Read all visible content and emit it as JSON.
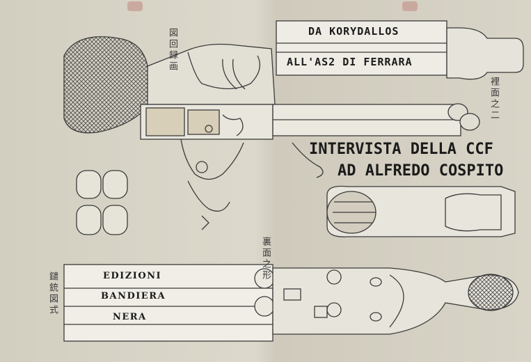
{
  "header": {
    "line1": "DA KORYDALLOS",
    "line2": "ALL'AS2 DI FERRARA"
  },
  "title": {
    "line1": "INTERVISTA DELLA CCF",
    "line2": "AD ALFREDO COSPITO"
  },
  "publisher": {
    "line1": "EDIZIONI",
    "line2": "BANDIERA",
    "line3": "NERA"
  },
  "colors": {
    "paper": "#d9d5c8",
    "ink": "#1a1a1a",
    "stamp": "#c4998f"
  }
}
